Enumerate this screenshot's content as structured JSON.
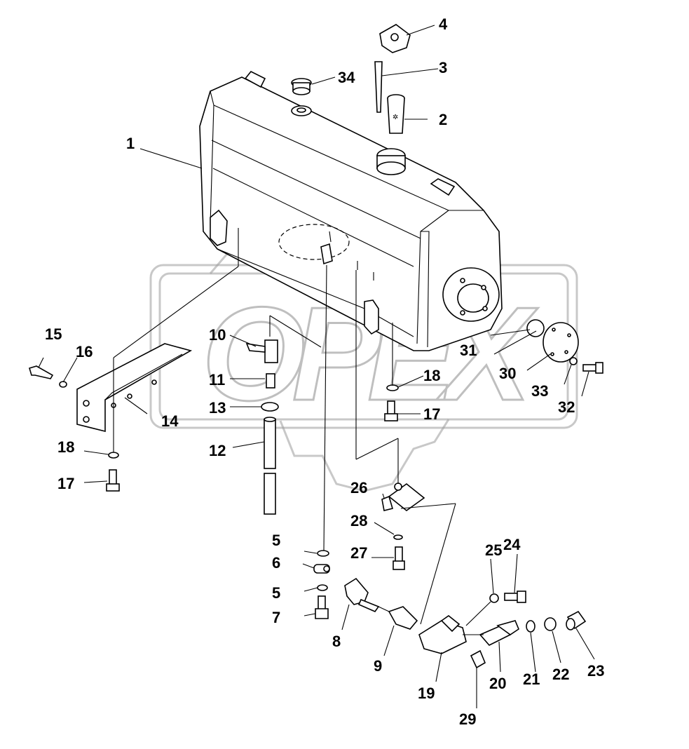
{
  "watermark": {
    "text": "OPEX"
  },
  "colors": {
    "line": "#000000",
    "background": "#ffffff",
    "watermark": "#8c8c8c"
  },
  "parts": [
    {
      "id": "p1",
      "label": "1"
    },
    {
      "id": "p2",
      "label": "2"
    },
    {
      "id": "p3",
      "label": "3"
    },
    {
      "id": "p4",
      "label": "4"
    },
    {
      "id": "p5a",
      "label": "5"
    },
    {
      "id": "p5b",
      "label": "5"
    },
    {
      "id": "p6",
      "label": "6"
    },
    {
      "id": "p7",
      "label": "7"
    },
    {
      "id": "p8",
      "label": "8"
    },
    {
      "id": "p9",
      "label": "9"
    },
    {
      "id": "p10",
      "label": "10"
    },
    {
      "id": "p11",
      "label": "11"
    },
    {
      "id": "p12",
      "label": "12"
    },
    {
      "id": "p13",
      "label": "13"
    },
    {
      "id": "p14",
      "label": "14"
    },
    {
      "id": "p15",
      "label": "15"
    },
    {
      "id": "p16",
      "label": "16"
    },
    {
      "id": "p17a",
      "label": "17"
    },
    {
      "id": "p17b",
      "label": "17"
    },
    {
      "id": "p18a",
      "label": "18"
    },
    {
      "id": "p18b",
      "label": "18"
    },
    {
      "id": "p19",
      "label": "19"
    },
    {
      "id": "p20",
      "label": "20"
    },
    {
      "id": "p21",
      "label": "21"
    },
    {
      "id": "p22",
      "label": "22"
    },
    {
      "id": "p23",
      "label": "23"
    },
    {
      "id": "p24",
      "label": "24"
    },
    {
      "id": "p25",
      "label": "25"
    },
    {
      "id": "p26",
      "label": "26"
    },
    {
      "id": "p27",
      "label": "27"
    },
    {
      "id": "p28",
      "label": "28"
    },
    {
      "id": "p29",
      "label": "29"
    },
    {
      "id": "p30",
      "label": "30"
    },
    {
      "id": "p31",
      "label": "31"
    },
    {
      "id": "p32",
      "label": "32"
    },
    {
      "id": "p33",
      "label": "33"
    },
    {
      "id": "p34",
      "label": "34"
    }
  ]
}
